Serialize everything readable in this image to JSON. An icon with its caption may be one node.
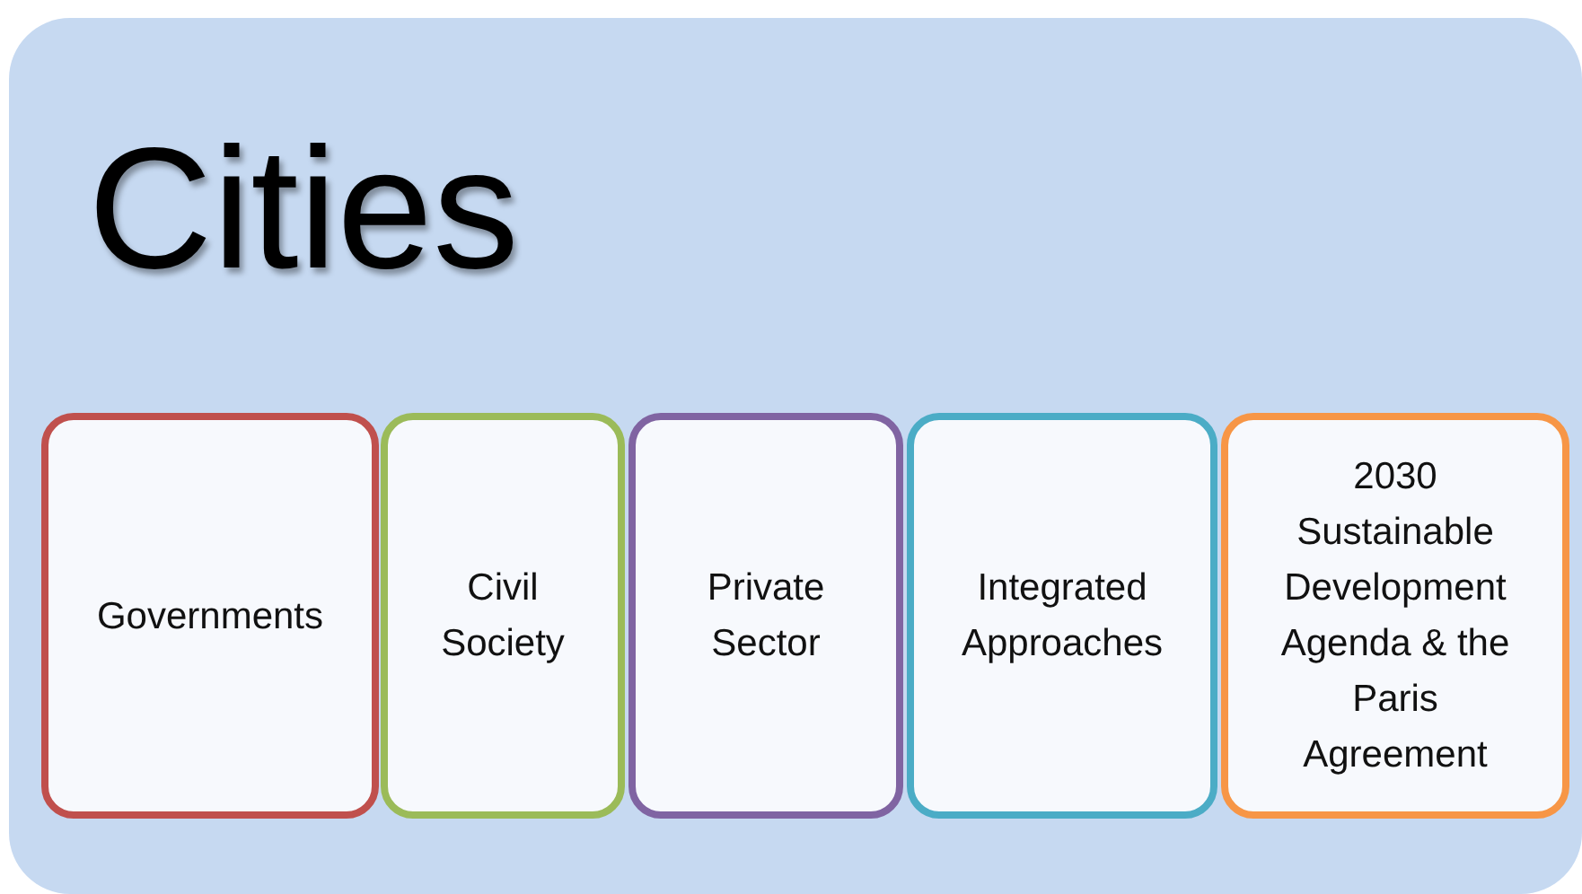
{
  "diagram": {
    "nodes": [
      {
        "text": [
          "Cities"
        ]
      },
      {
        "text": [
          "Governments"
        ],
        "in": 0
      },
      {
        "text": [
          "Civil Society"
        ],
        "in": 0
      },
      {
        "text": [
          "Private Sector"
        ],
        "in": 0
      },
      {
        "text": [
          "Integrated Approaches"
        ],
        "in": 0
      },
      {
        "text": [
          "2030 Sustainable Development Agenda & the Paris Agreement"
        ],
        "in": 0
      }
    ]
  }
}
